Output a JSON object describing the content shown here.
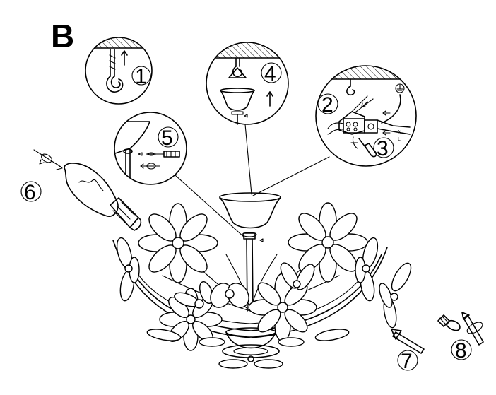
{
  "panel_label": "B",
  "steps": [
    {
      "id": "1",
      "label": "1"
    },
    {
      "id": "2",
      "label": "2"
    },
    {
      "id": "3",
      "label": "3"
    },
    {
      "id": "4",
      "label": "4"
    },
    {
      "id": "5",
      "label": "5"
    },
    {
      "id": "6",
      "label": "6"
    },
    {
      "id": "7",
      "label": "7"
    },
    {
      "id": "8",
      "label": "8"
    }
  ],
  "wire_labels": {
    "neutral": "N",
    "live": "L"
  },
  "colors": {
    "ink": "#000000",
    "paper": "#ffffff"
  }
}
